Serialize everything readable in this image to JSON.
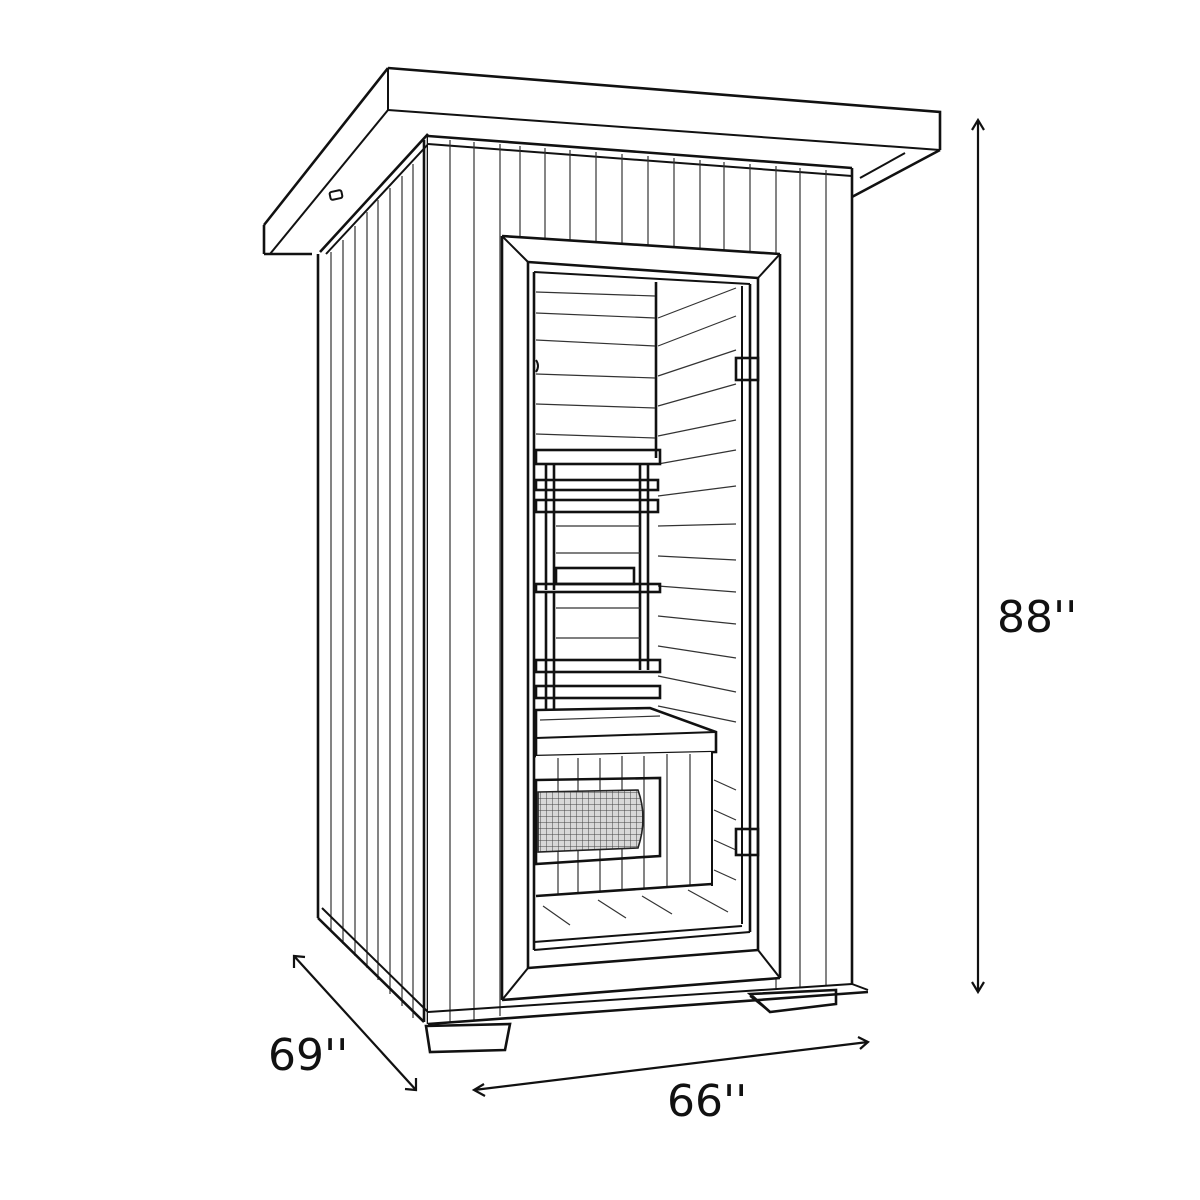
{
  "figure": {
    "subject": "Outdoor single-person sauna line drawing with dimensions",
    "line_color": "#111111",
    "background_color": "#ffffff"
  },
  "dimensions": {
    "height": {
      "value": 88,
      "unit": "inches",
      "label": "88''"
    },
    "depth": {
      "value": 69,
      "unit": "inches",
      "label": "69''"
    },
    "width": {
      "value": 66,
      "unit": "inches",
      "label": "66''"
    }
  },
  "components": [
    "flat-roof-overhang",
    "vertical-plank-side-wall",
    "vertical-plank-front-wall",
    "glass-door-with-frame",
    "door-hinges",
    "interior-backrest-slats",
    "interior-bench",
    "heater-with-mesh-guard",
    "floor",
    "base-feet"
  ]
}
